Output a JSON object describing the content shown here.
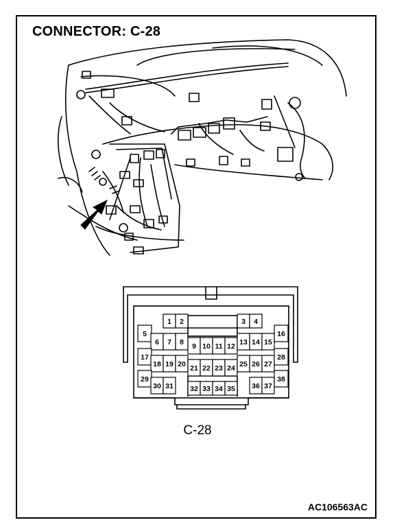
{
  "title": "CONNECTOR: C-28",
  "connector_label": "C-28",
  "figure_code": "AC106563AC",
  "illustration_icon": "wiring-harness-dashboard-illustration",
  "pins": [
    "1",
    "2",
    "3",
    "4",
    "5",
    "6",
    "7",
    "8",
    "9",
    "10",
    "11",
    "12",
    "13",
    "14",
    "15",
    "16",
    "17",
    "18",
    "19",
    "20",
    "21",
    "22",
    "23",
    "24",
    "25",
    "26",
    "27",
    "28",
    "29",
    "30",
    "31",
    "32",
    "33",
    "34",
    "35",
    "36",
    "37",
    "38"
  ]
}
